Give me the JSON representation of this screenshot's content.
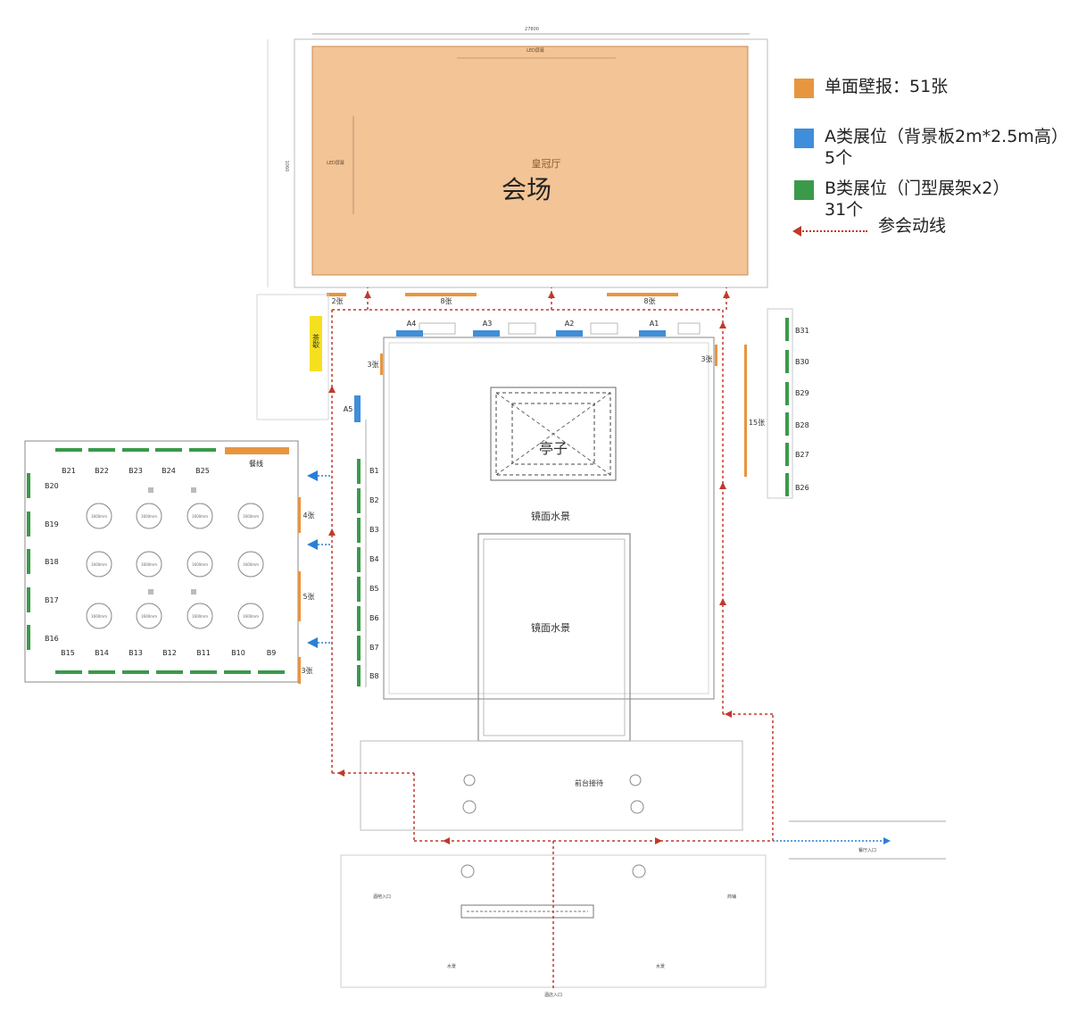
{
  "legend": {
    "wall": {
      "label": "单面壁报：51张",
      "color": "#e8953f"
    },
    "booth_a": {
      "label": "A类展位（背景板2m*2.5m高）",
      "count": "5个",
      "color": "#3f8ed9"
    },
    "booth_b": {
      "label": "B类展位（门型展架x2）",
      "count": "31个",
      "color": "#3a9a4a"
    },
    "flow": {
      "label": "参会动线",
      "color": "#c0392b"
    }
  },
  "hall": {
    "title": "会场",
    "subtitle": "皇冠厅",
    "width_dim": "27800",
    "height_dim": "1060",
    "led_top": "LED屏幕",
    "led_left": "LED屏幕",
    "color": "#f2c496"
  },
  "wall_boards": {
    "top_left": "2张",
    "top_mid": "8张",
    "top_right": "8张",
    "inner_left": "3张",
    "inner_right": "3张",
    "right_side": "15张",
    "dining_1": "4张",
    "dining_2": "5张",
    "dining_3": "3张"
  },
  "tea_break": "茶歇",
  "booths_a": [
    "A1",
    "A2",
    "A3",
    "A4",
    "A5"
  ],
  "booths_b_left": [
    "B1",
    "B2",
    "B3",
    "B4",
    "B5",
    "B6",
    "B7",
    "B8"
  ],
  "booths_b_right": [
    "B31",
    "B30",
    "B29",
    "B28",
    "B27",
    "B26"
  ],
  "booths_b_dining_top": [
    "B21",
    "B22",
    "B23",
    "B24",
    "B25"
  ],
  "booths_b_dining_bottom": [
    "B15",
    "B14",
    "B13",
    "B12",
    "B11",
    "B10",
    "B9"
  ],
  "booths_b_dining_left": [
    "B20",
    "B19",
    "B18",
    "B17",
    "B16"
  ],
  "dining_line": "餐线",
  "table_label": "1600mm",
  "pavilion": "亭子",
  "mirror_water_1": "镜面水景",
  "mirror_water_2": "镜面水景",
  "reception": "前台接待",
  "entrance_bottom": "酒店入口",
  "entrance_left": "酒吧入口",
  "entrance_right": "商铺",
  "restaurant_entry": "餐厅入口",
  "water_left": "水景",
  "water_right": "水景"
}
